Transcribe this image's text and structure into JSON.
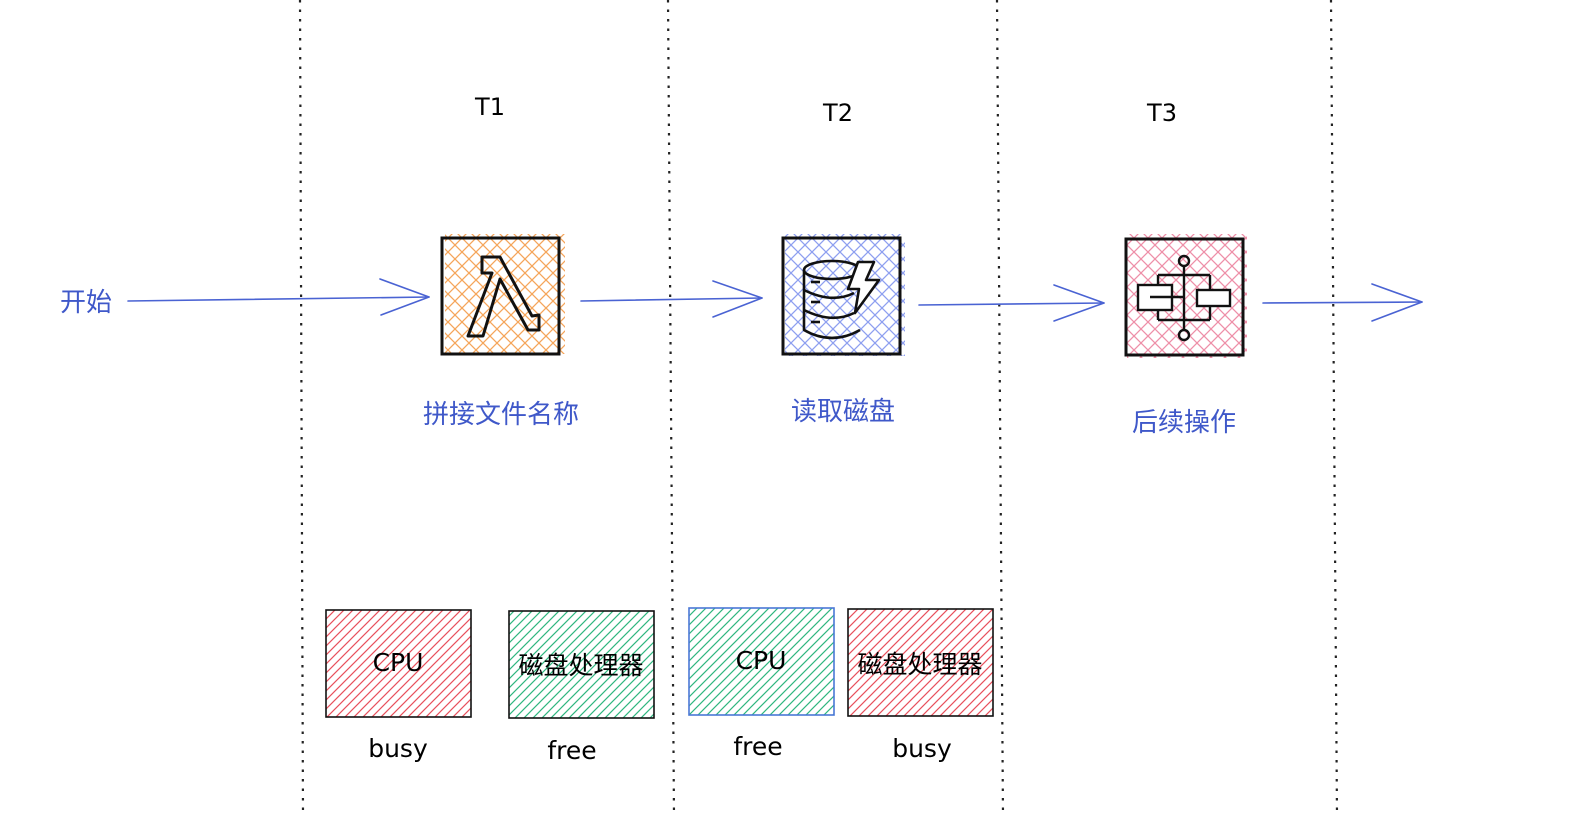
{
  "colors": {
    "flow": "#4a63d3",
    "label": "#3f58c9",
    "divider": "#222222",
    "lambda": "#f5a55a",
    "disk": "#8e9ff0",
    "workflow": "#ee8fa8",
    "busy_hatch": "#e8505b",
    "free_hatch": "#2fb67f",
    "cpu_free_border": "#4a78d6"
  },
  "phases": [
    {
      "label": "T1"
    },
    {
      "label": "T2"
    },
    {
      "label": "T3"
    }
  ],
  "start": {
    "label": "开始"
  },
  "steps": [
    {
      "label": "拼接文件名称",
      "icon": "lambda-icon"
    },
    {
      "label": "读取磁盘",
      "icon": "database-bolt-icon"
    },
    {
      "label": "后续操作",
      "icon": "workflow-icon"
    }
  ],
  "resources": [
    {
      "label": "CPU",
      "state": "busy",
      "hatch": "busy"
    },
    {
      "label": "磁盘处理器",
      "state": "free",
      "hatch": "free"
    },
    {
      "label": "CPU",
      "state": "free",
      "hatch": "free"
    },
    {
      "label": "磁盘处理器",
      "state": "busy",
      "hatch": "busy"
    }
  ]
}
